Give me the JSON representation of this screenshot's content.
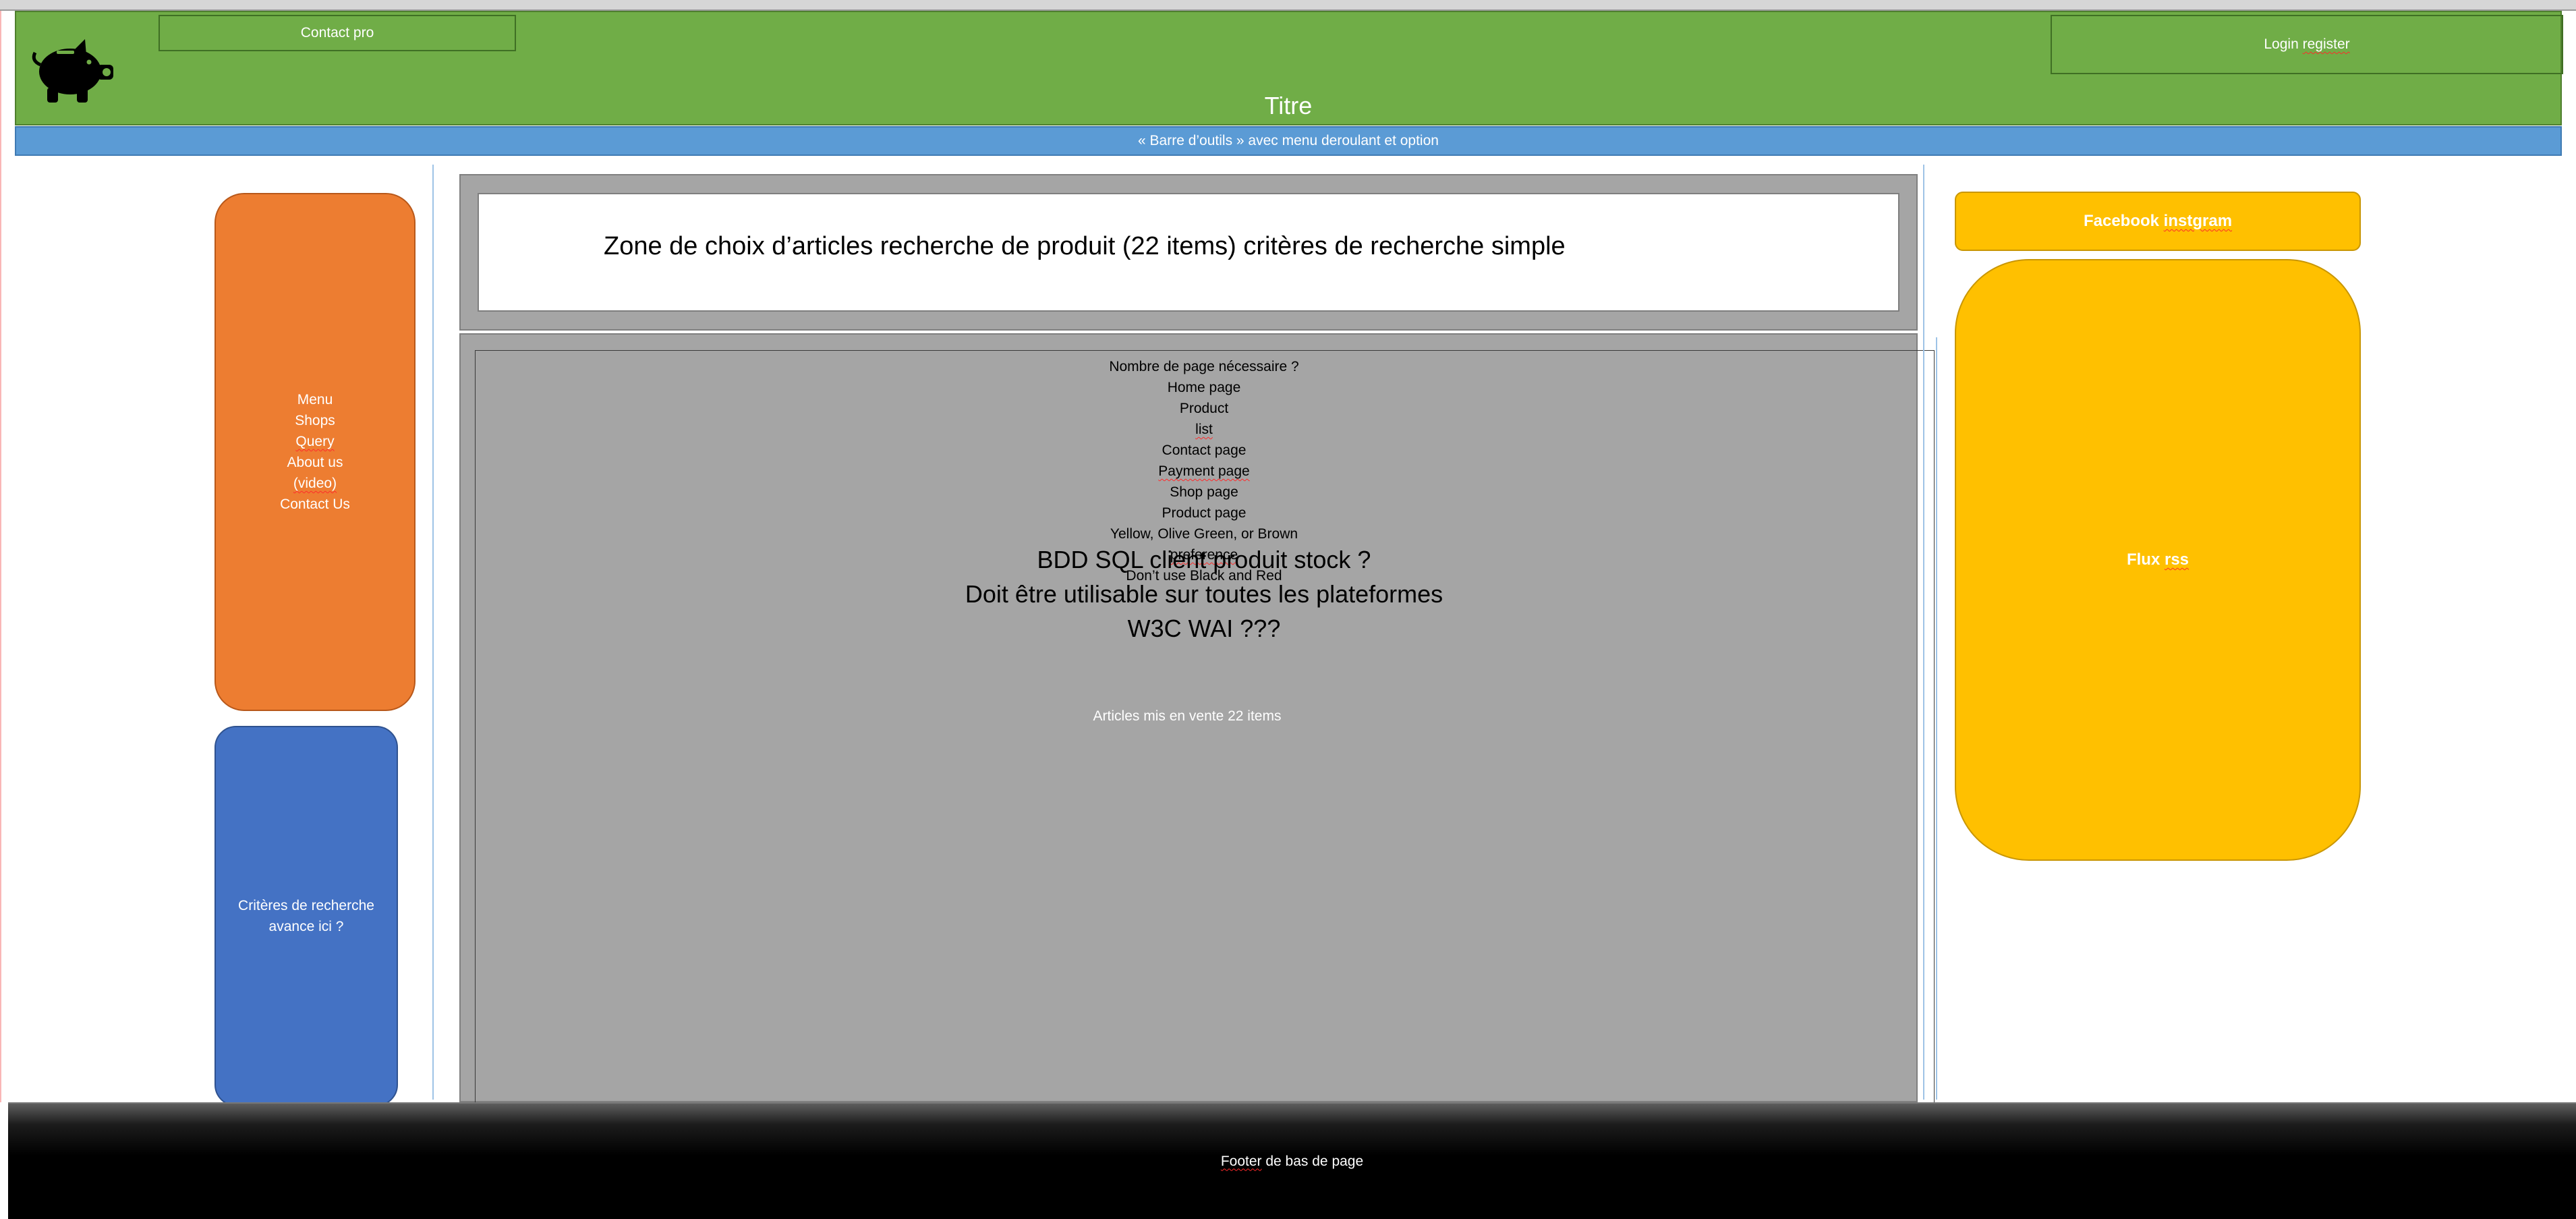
{
  "header": {
    "contact_pro": "Contact pro",
    "login_register_a": "Login ",
    "login_register_b": "register",
    "title": "Titre",
    "logo_icon": "piggy-bank-icon"
  },
  "toolbar": {
    "label": "« Barre d’outils » avec menu deroulant et option"
  },
  "menu": {
    "items": [
      {
        "label": "Menu"
      },
      {
        "label": "Shops"
      },
      {
        "label": "Query"
      },
      {
        "label_a": "About us ",
        "label_b": "(video)"
      },
      {
        "label": "Contact Us"
      }
    ]
  },
  "criteria": {
    "line1": "Critères de recherche",
    "line2": "avance ici ?"
  },
  "search_zone": {
    "text": "Zone de choix d’articles recherche de produit (22 items) critères de recherche simple"
  },
  "content": {
    "lines": [
      "Nombre de page nécessaire ?",
      "Home page",
      "Product list",
      "Contact page",
      "Payment page",
      "Shop page",
      "Product page",
      "Yellow, Olive Green, or Brown preference",
      "Don’t use Black and Red"
    ],
    "big_lines": [
      "BDD SQL client produit stock ?",
      "Doit être utilisable sur toutes les plateformes",
      "W3C WAI ???"
    ],
    "articles": "Articles mis en vente 22 items"
  },
  "social": {
    "facebook_a": "Facebook ",
    "facebook_b": "instgram"
  },
  "rss": {
    "label_a": "Flux ",
    "label_b": "rss"
  },
  "footer": {
    "label_a": "Footer",
    "label_b": " de bas de page"
  },
  "colors": {
    "header_green": "#70ad47",
    "toolbar_blue": "#5b9bd5",
    "menu_orange": "#ed7d31",
    "criteria_blue": "#4472c4",
    "zone_grey": "#a5a5a5",
    "social_yellow": "#ffc000",
    "footer_black": "#000000"
  }
}
